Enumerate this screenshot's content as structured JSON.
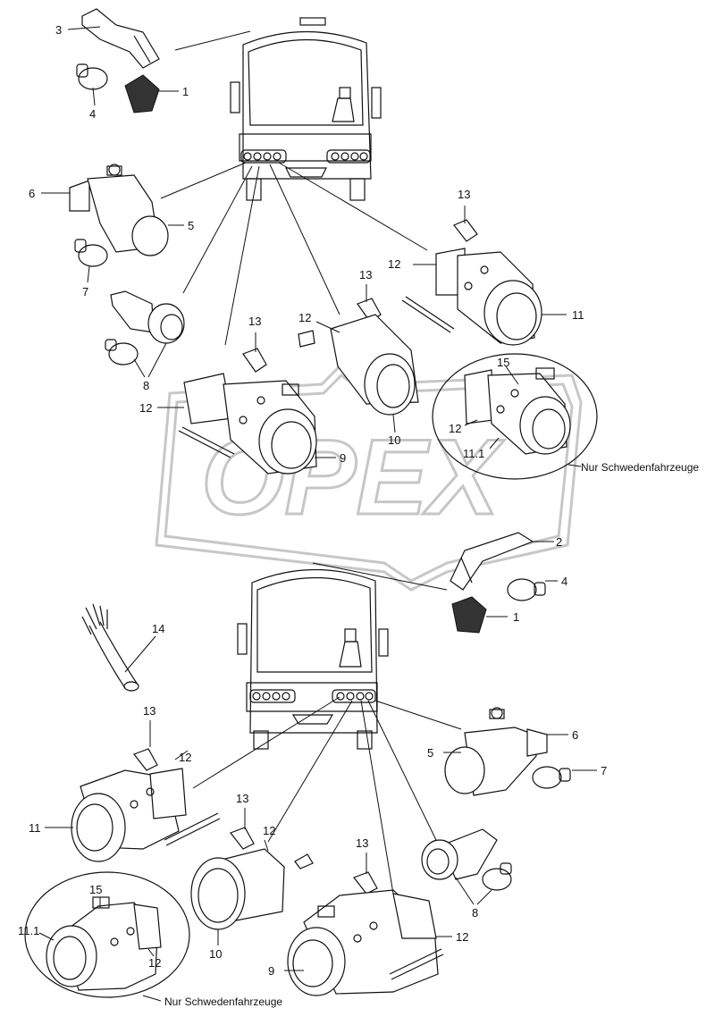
{
  "watermark": "OPEX",
  "notes": {
    "top": "Nur Schwedenfahrzeuge",
    "bottom": "Nur Schwedenfahrzeuge"
  },
  "labels_top": {
    "l3": "3",
    "l1": "1",
    "l4": "4",
    "l6": "6",
    "l5": "5",
    "l7": "7",
    "l8": "8",
    "l13a": "13",
    "l12a": "12",
    "l11": "11",
    "l13b": "13",
    "l12b": "12",
    "l13c": "13",
    "l12c": "12",
    "l9": "9",
    "l10": "10",
    "l15": "15",
    "l12d": "12",
    "l111": "11.1"
  },
  "labels_bottom": {
    "l2": "2",
    "l4": "4",
    "l1": "1",
    "l14": "14",
    "l13a": "13",
    "l12a": "12",
    "l11": "11",
    "l6": "6",
    "l5": "5",
    "l7": "7",
    "l13b": "13",
    "l12b": "12",
    "l10": "10",
    "l13c": "13",
    "l8": "8",
    "l15": "15",
    "l111": "11.1",
    "l12c": "12",
    "l12d": "12",
    "l9": "9"
  }
}
